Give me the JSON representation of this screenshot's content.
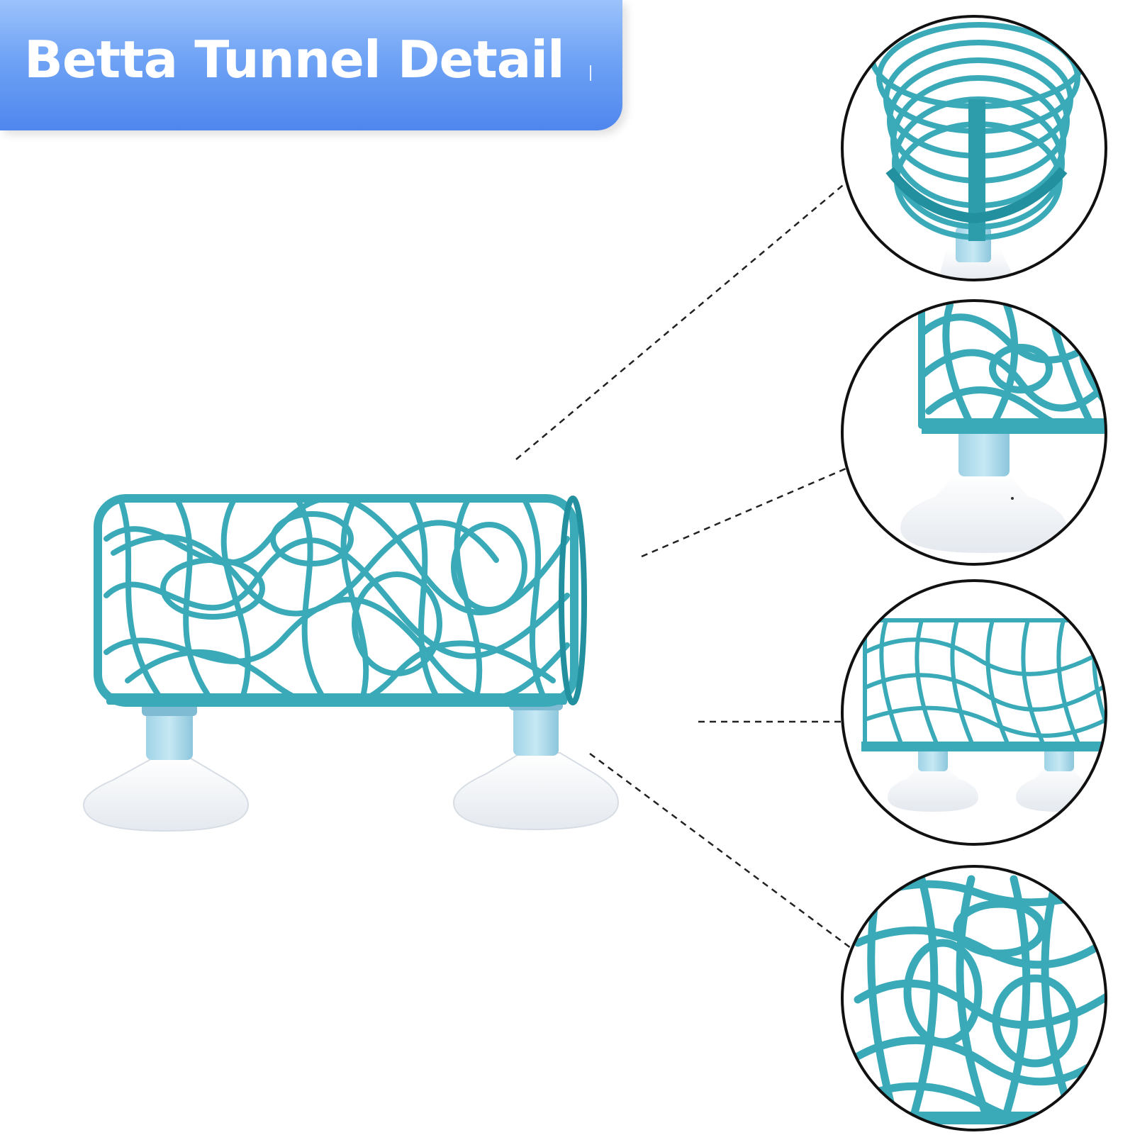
{
  "header": {
    "title": "Betta Tunnel Detail"
  },
  "colors": {
    "tunnel": "#3aaab8",
    "tunnel_dark": "#23909f",
    "suction_cup": "#eef2f6",
    "banner_top": "#9cc2fb",
    "banner_bottom": "#4f86ee",
    "leader_line": "#222222",
    "callout_border": "#111111"
  },
  "callouts": [
    {
      "name": "callout-end-view",
      "shows": "end-view"
    },
    {
      "name": "callout-leg-detail",
      "shows": "leg-detail"
    },
    {
      "name": "callout-side-view",
      "shows": "side-view"
    },
    {
      "name": "callout-mesh-detail",
      "shows": "mesh-detail"
    }
  ]
}
